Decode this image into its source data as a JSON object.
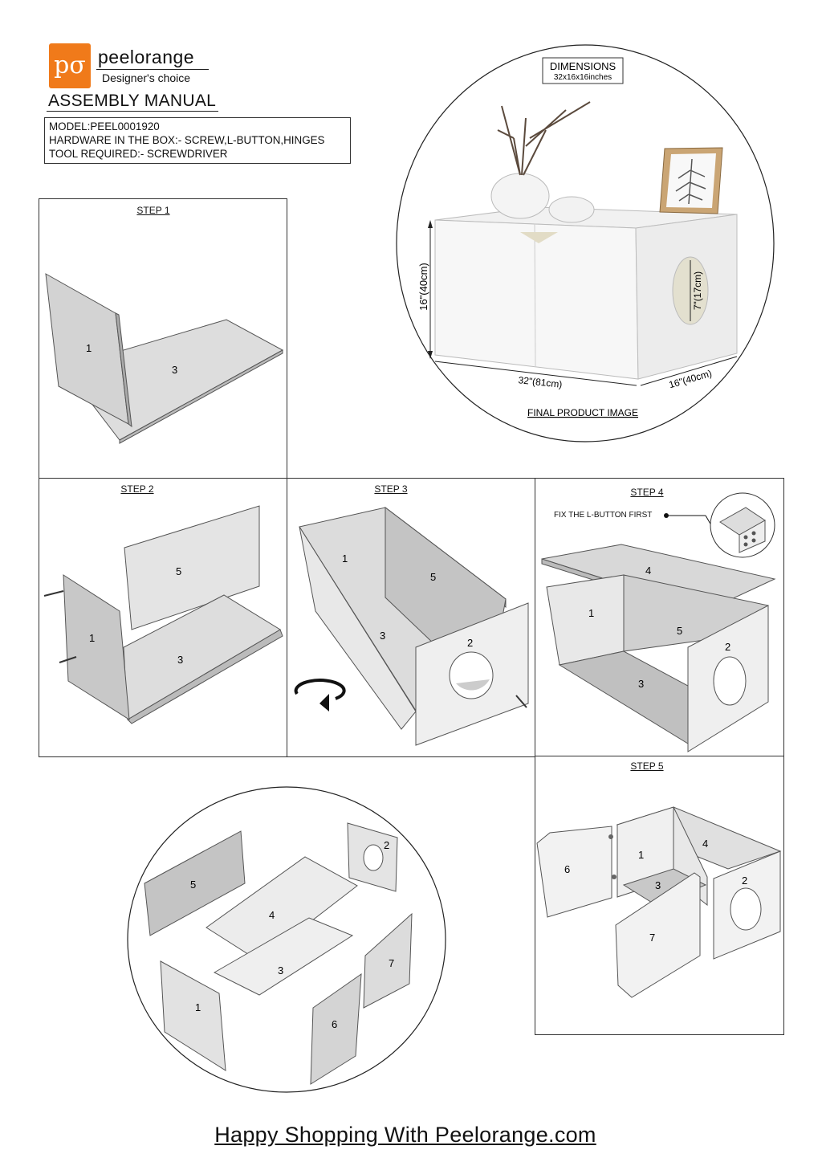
{
  "header": {
    "logo_text": "pσ",
    "brand": "peelorange",
    "tagline": "Designer's choice",
    "manual_title": "ASSEMBLY MANUAL",
    "info": {
      "model": "MODEL:PEEL0001920",
      "hardware": "HARDWARE IN THE BOX:- SCREW,L-BUTTON,HINGES",
      "tools": "TOOL REQUIRED:- SCREWDRIVER"
    }
  },
  "product": {
    "dimensions_title": "DIMENSIONS",
    "dimensions_value": "32x16x16inches",
    "height_label": "16\"(40cm)",
    "width_label": "32\"(81cm)",
    "depth_label": "16\"(40cm)",
    "hole_label": "7\"(17cm)",
    "caption": "FINAL PRODUCT IMAGE"
  },
  "steps": {
    "step1": {
      "label": "STEP 1",
      "parts": [
        "1",
        "3"
      ]
    },
    "step2": {
      "label": "STEP 2",
      "parts": [
        "5",
        "1",
        "3"
      ]
    },
    "step3": {
      "label": "STEP 3",
      "parts": [
        "1",
        "5",
        "3",
        "2"
      ]
    },
    "step4": {
      "label": "STEP 4",
      "note": "FIX THE L-BUTTON FIRST",
      "parts": [
        "4",
        "1",
        "5",
        "2",
        "3"
      ]
    },
    "step5": {
      "label": "STEP 5",
      "parts": [
        "4",
        "1",
        "6",
        "3",
        "2",
        "7"
      ]
    }
  },
  "exploded": {
    "parts": [
      "5",
      "2",
      "4",
      "3",
      "7",
      "1",
      "6"
    ]
  },
  "footer": {
    "text": "Happy Shopping With Peelorange.com"
  }
}
